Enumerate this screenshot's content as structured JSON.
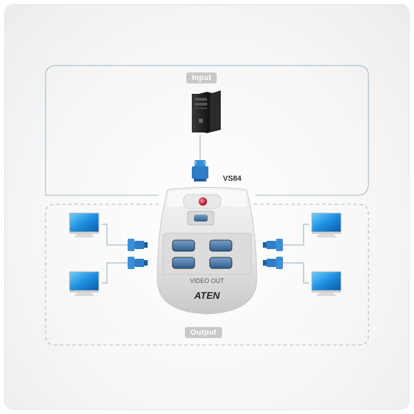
{
  "labels": {
    "input": "Input",
    "output": "Output",
    "model": "VS84",
    "device_port_label": "VIDEO OUT",
    "brand": "ATEN"
  },
  "icons": {
    "source": "computer-tower-icon",
    "display": "lcd-monitor-icon",
    "connector": "vga-connector-icon"
  },
  "colors": {
    "line": "#8fa5b5",
    "connector": "#3a8ed6",
    "label_bg": "#c9c9c9"
  }
}
